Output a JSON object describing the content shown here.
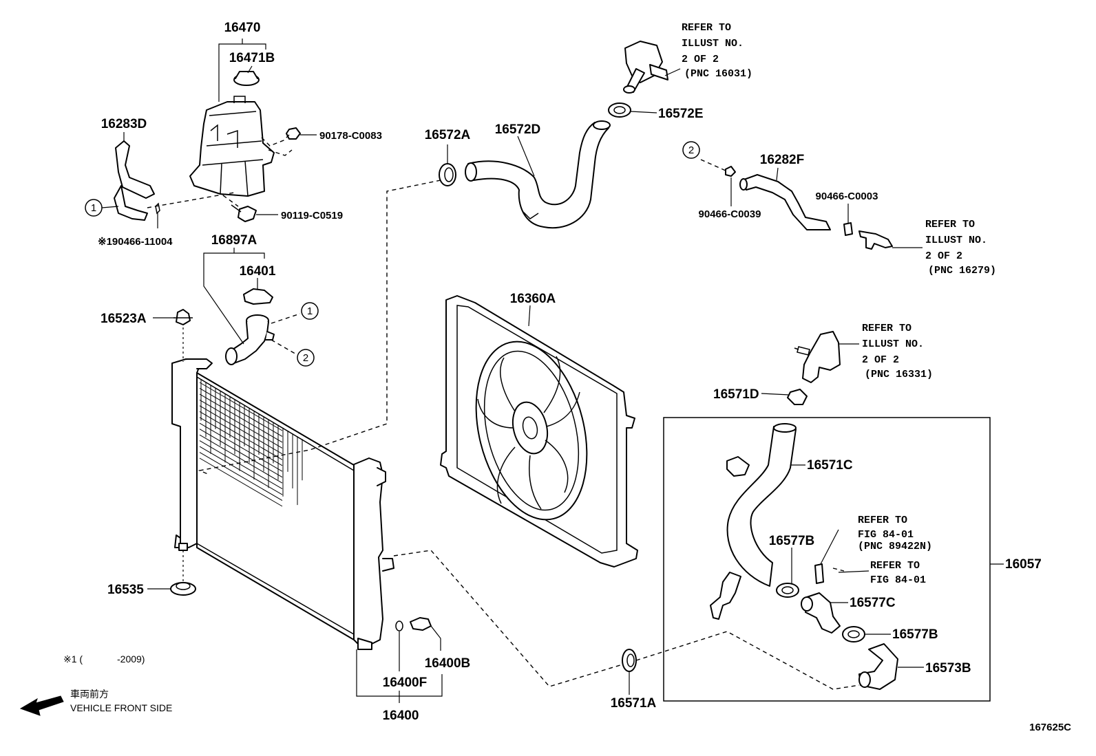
{
  "parts": {
    "p16470": "16470",
    "p16471B": "16471B",
    "p16283D": "16283D",
    "p90178": "90178-C0083",
    "p90119": "90119-C0519",
    "p190466": "※190466-11004",
    "p16897A": "16897A",
    "p16401": "16401",
    "p16523A": "16523A",
    "p16535": "16535",
    "p16572A": "16572A",
    "p16572D": "16572D",
    "p16572E": "16572E",
    "p16282F": "16282F",
    "p90466_0039": "90466-C0039",
    "p90466_0003": "90466-C0003",
    "p16360A": "16360A",
    "p16571D": "16571D",
    "p16571C": "16571C",
    "p16577B_a": "16577B",
    "p16577C": "16577C",
    "p16577B_b": "16577B",
    "p16573B": "16573B",
    "p16571A": "16571A",
    "p16057": "16057",
    "p16400B": "16400B",
    "p16400F": "16400F",
    "p16400": "16400"
  },
  "refs": {
    "r1": [
      "REFER TO",
      "ILLUST NO.",
      "2 OF 2",
      "(PNC 16031)"
    ],
    "r2": [
      "REFER TO",
      "ILLUST NO.",
      "2 OF 2",
      "(PNC 16279)"
    ],
    "r3": [
      "REFER TO",
      "ILLUST NO.",
      "2 OF 2",
      "(PNC 16331)"
    ],
    "r4": [
      "REFER TO",
      "FIG 84-01",
      "(PNC 89422N)"
    ],
    "r5": [
      "REFER TO",
      "FIG 84-01"
    ]
  },
  "markers": {
    "m1": "1",
    "m2": "2"
  },
  "footnote": {
    "mark": "※1 (",
    "years": "-2009)"
  },
  "direction": {
    "jp": "車両前方",
    "en": "VEHICLE FRONT SIDE"
  },
  "figure_id": "167625C",
  "colors": {
    "line": "#000000",
    "background": "#ffffff"
  }
}
